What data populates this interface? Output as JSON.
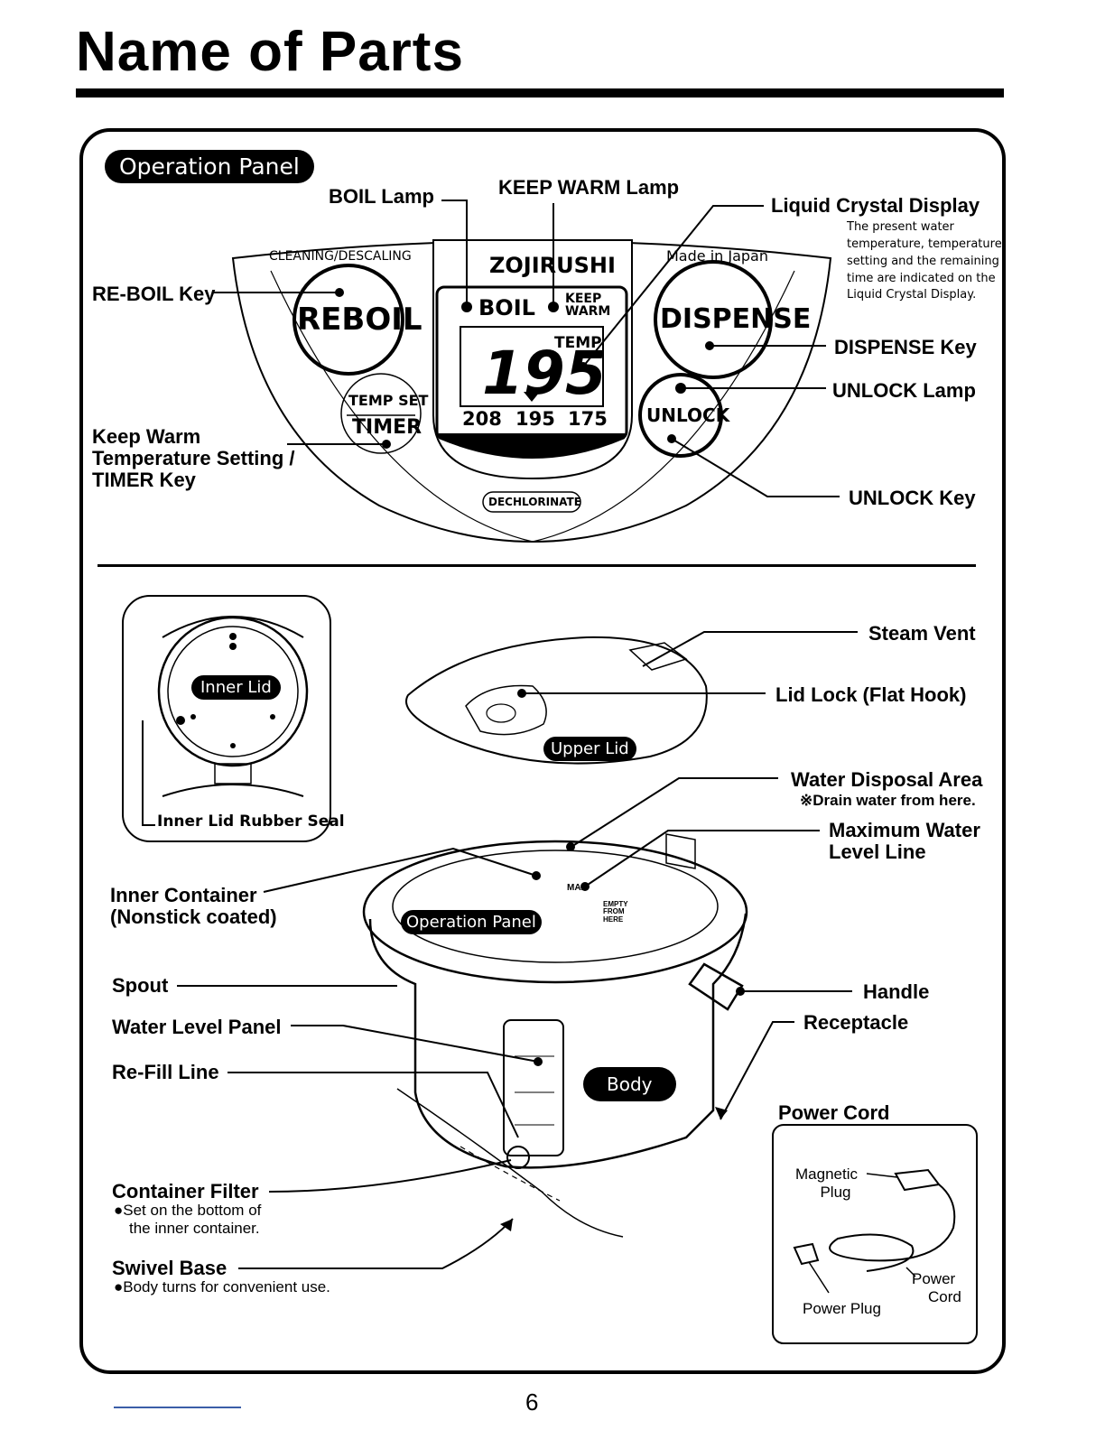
{
  "page": {
    "title": "Name of Parts",
    "page_number": "6"
  },
  "panel": {
    "section_label": "Operation Panel",
    "labels": {
      "boil_lamp": "BOIL Lamp",
      "keep_warm_lamp": "KEEP WARM Lamp",
      "lcd": "Liquid Crystal Display",
      "lcd_desc": [
        "The present water",
        "temperature, temperature",
        "setting and the remaining",
        "time are indicated on the",
        "Liquid Crystal Display."
      ],
      "reboil_key": "RE-BOIL Key",
      "dispense_key": "DISPENSE Key",
      "unlock_lamp": "UNLOCK Lamp",
      "unlock_key": "UNLOCK Key",
      "keep_warm_setting": [
        "Keep Warm",
        "Temperature Setting /",
        "TIMER Key"
      ]
    },
    "printed": {
      "cleaning": "CLEANING/DESCALING",
      "brand": "ZOJIRUSHI",
      "made_in": "Made in Japan",
      "reboil": "REBOIL",
      "dispense": "DISPENSE",
      "unlock": "UNLOCK",
      "temp_set": "TEMP SET",
      "timer": "TIMER",
      "boil": "BOIL",
      "keep": "KEEP",
      "warm": "WARM",
      "temp": "TEMP",
      "display_value": "195",
      "settings": [
        "208",
        "195",
        "175"
      ],
      "dechlorinate": "DECHLORINATE"
    }
  },
  "body_section": {
    "inner_lid": "Inner Lid",
    "inner_lid_seal": "Inner Lid Rubber Seal",
    "steam_vent": "Steam Vent",
    "lid_lock": "Lid Lock (Flat Hook)",
    "upper_lid": "Upper Lid",
    "water_disposal": "Water Disposal Area",
    "water_disposal_note": "※Drain water from here.",
    "max_water": [
      "Maximum Water",
      "Level Line"
    ],
    "inner_container": [
      "Inner Container",
      "(Nonstick coated)"
    ],
    "operation_panel": "Operation Panel",
    "spout": "Spout",
    "handle": "Handle",
    "receptacle": "Receptacle",
    "water_level_panel": "Water Level Panel",
    "refill_line": "Re-Fill Line",
    "body": "Body",
    "container_filter": "Container Filter",
    "container_filter_note": [
      "●Set on the bottom of",
      "the inner container."
    ],
    "swivel_base": "Swivel Base",
    "swivel_base_note": "●Body turns for convenient use.",
    "max_mark": "MAX",
    "empty_note": [
      "EMPTY",
      "FROM",
      "HERE"
    ]
  },
  "power_cord": {
    "title": "Power Cord",
    "magnetic_plug": [
      "Magnetic",
      "Plug"
    ],
    "power_cord": [
      "Power",
      "Cord"
    ],
    "power_plug": "Power Plug"
  }
}
